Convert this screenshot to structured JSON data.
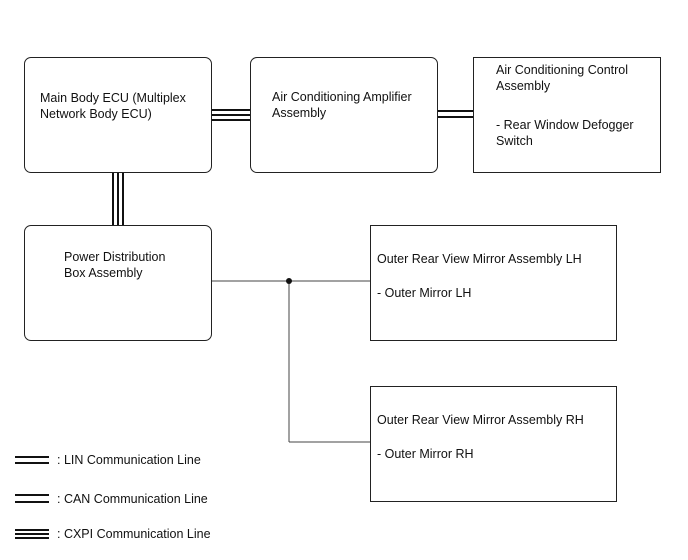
{
  "boxes": {
    "main_body_ecu": {
      "line1": "Main Body ECU (Multiplex",
      "line2": "Network Body ECU)"
    },
    "ac_amplifier": {
      "line1": "Air Conditioning Amplifier",
      "line2": "Assembly"
    },
    "ac_control": {
      "line1": "Air Conditioning Control",
      "line2": "Assembly",
      "sub1": "- Rear Window Defogger",
      "sub2": "Switch"
    },
    "power_distribution": {
      "line1": "Power Distribution",
      "line2": "Box Assembly"
    },
    "mirror_lh": {
      "title": "Outer Rear View Mirror Assembly LH",
      "sub": "- Outer Mirror LH"
    },
    "mirror_rh": {
      "title": "Outer Rear View Mirror Assembly RH",
      "sub": "- Outer Mirror RH"
    }
  },
  "legend": {
    "lin": ": LIN Communication Line",
    "can": ": CAN Communication Line",
    "cxpi": ": CXPI Communication Line"
  }
}
